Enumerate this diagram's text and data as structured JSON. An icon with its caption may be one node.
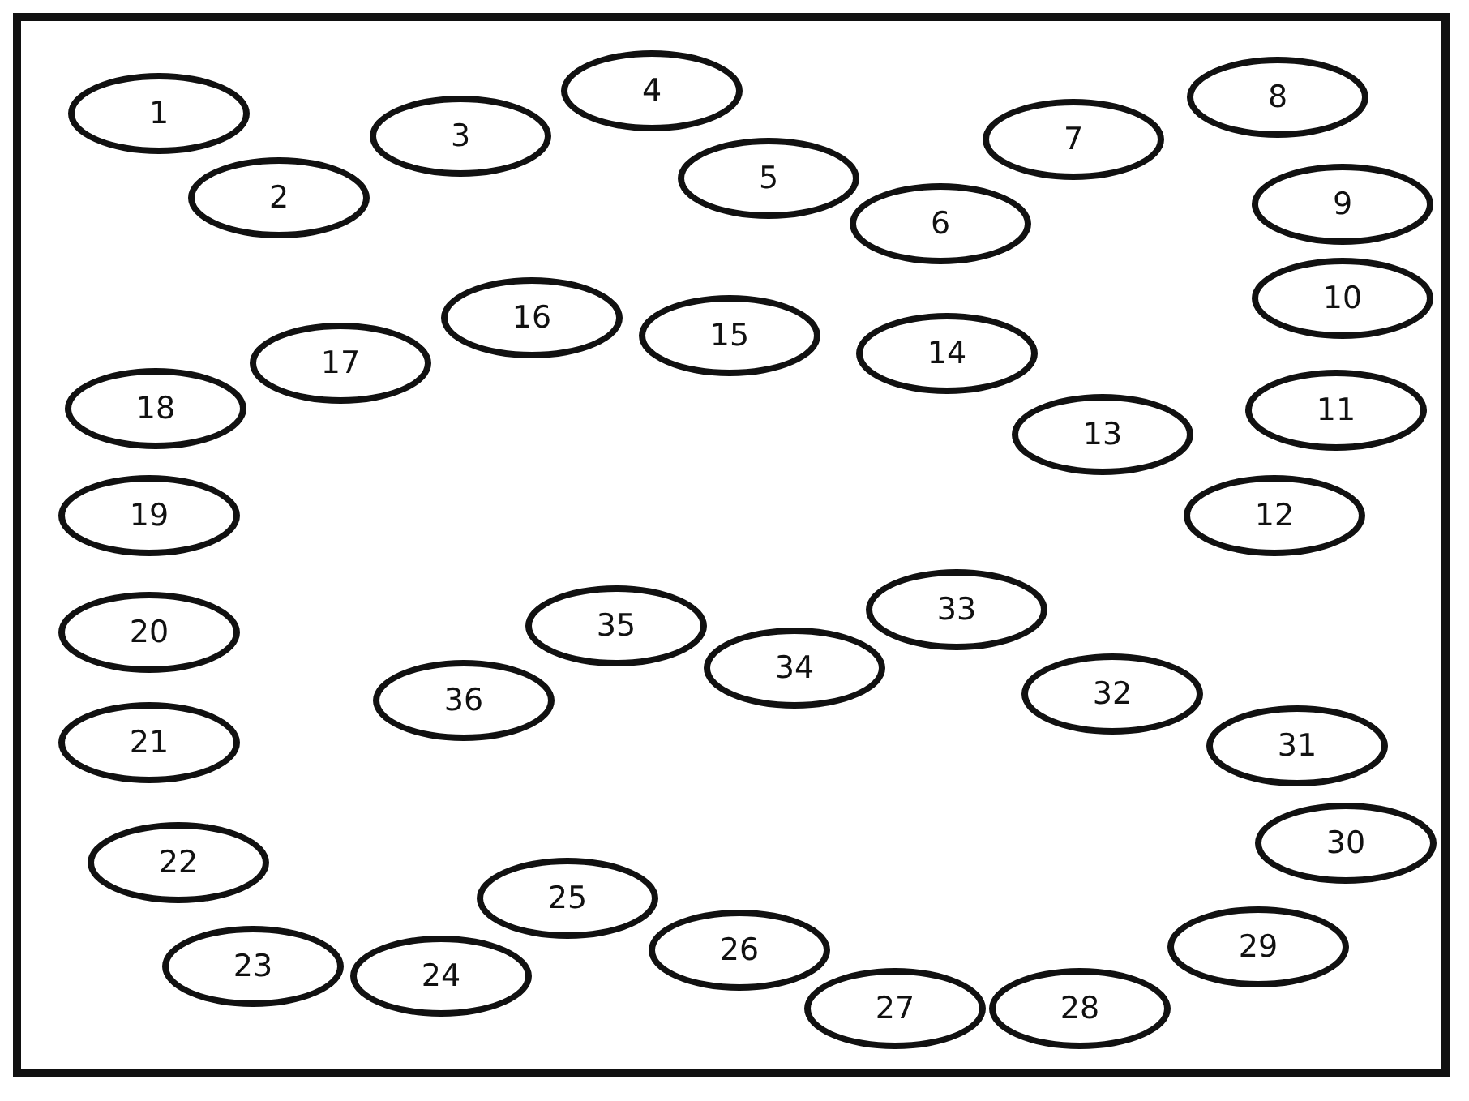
{
  "diagram": {
    "nodes": [
      {
        "text": [
          "1"
        ]
      },
      {
        "text": [
          "2"
        ]
      },
      {
        "text": [
          "3"
        ]
      },
      {
        "text": [
          "4"
        ]
      },
      {
        "text": [
          "5"
        ]
      },
      {
        "text": [
          "6"
        ]
      },
      {
        "text": [
          "7"
        ]
      },
      {
        "text": [
          "8"
        ]
      },
      {
        "text": [
          "9"
        ]
      },
      {
        "text": [
          "10"
        ]
      },
      {
        "text": [
          "11"
        ]
      },
      {
        "text": [
          "12"
        ]
      },
      {
        "text": [
          "13"
        ]
      },
      {
        "text": [
          "14"
        ]
      },
      {
        "text": [
          "15"
        ]
      },
      {
        "text": [
          "16"
        ]
      },
      {
        "text": [
          "17"
        ]
      },
      {
        "text": [
          "18"
        ]
      },
      {
        "text": [
          "19"
        ]
      },
      {
        "text": [
          "20"
        ]
      },
      {
        "text": [
          "21"
        ]
      },
      {
        "text": [
          "22"
        ]
      },
      {
        "text": [
          "23"
        ]
      },
      {
        "text": [
          "24"
        ]
      },
      {
        "text": [
          "25"
        ]
      },
      {
        "text": [
          "26"
        ]
      },
      {
        "text": [
          "27"
        ]
      },
      {
        "text": [
          "28"
        ]
      },
      {
        "text": [
          "29"
        ]
      },
      {
        "text": [
          "30"
        ]
      },
      {
        "text": [
          "31"
        ]
      },
      {
        "text": [
          "32"
        ]
      },
      {
        "text": [
          "33"
        ]
      },
      {
        "text": [
          "34"
        ]
      },
      {
        "text": [
          "35"
        ]
      },
      {
        "text": [
          "36"
        ]
      }
    ]
  }
}
